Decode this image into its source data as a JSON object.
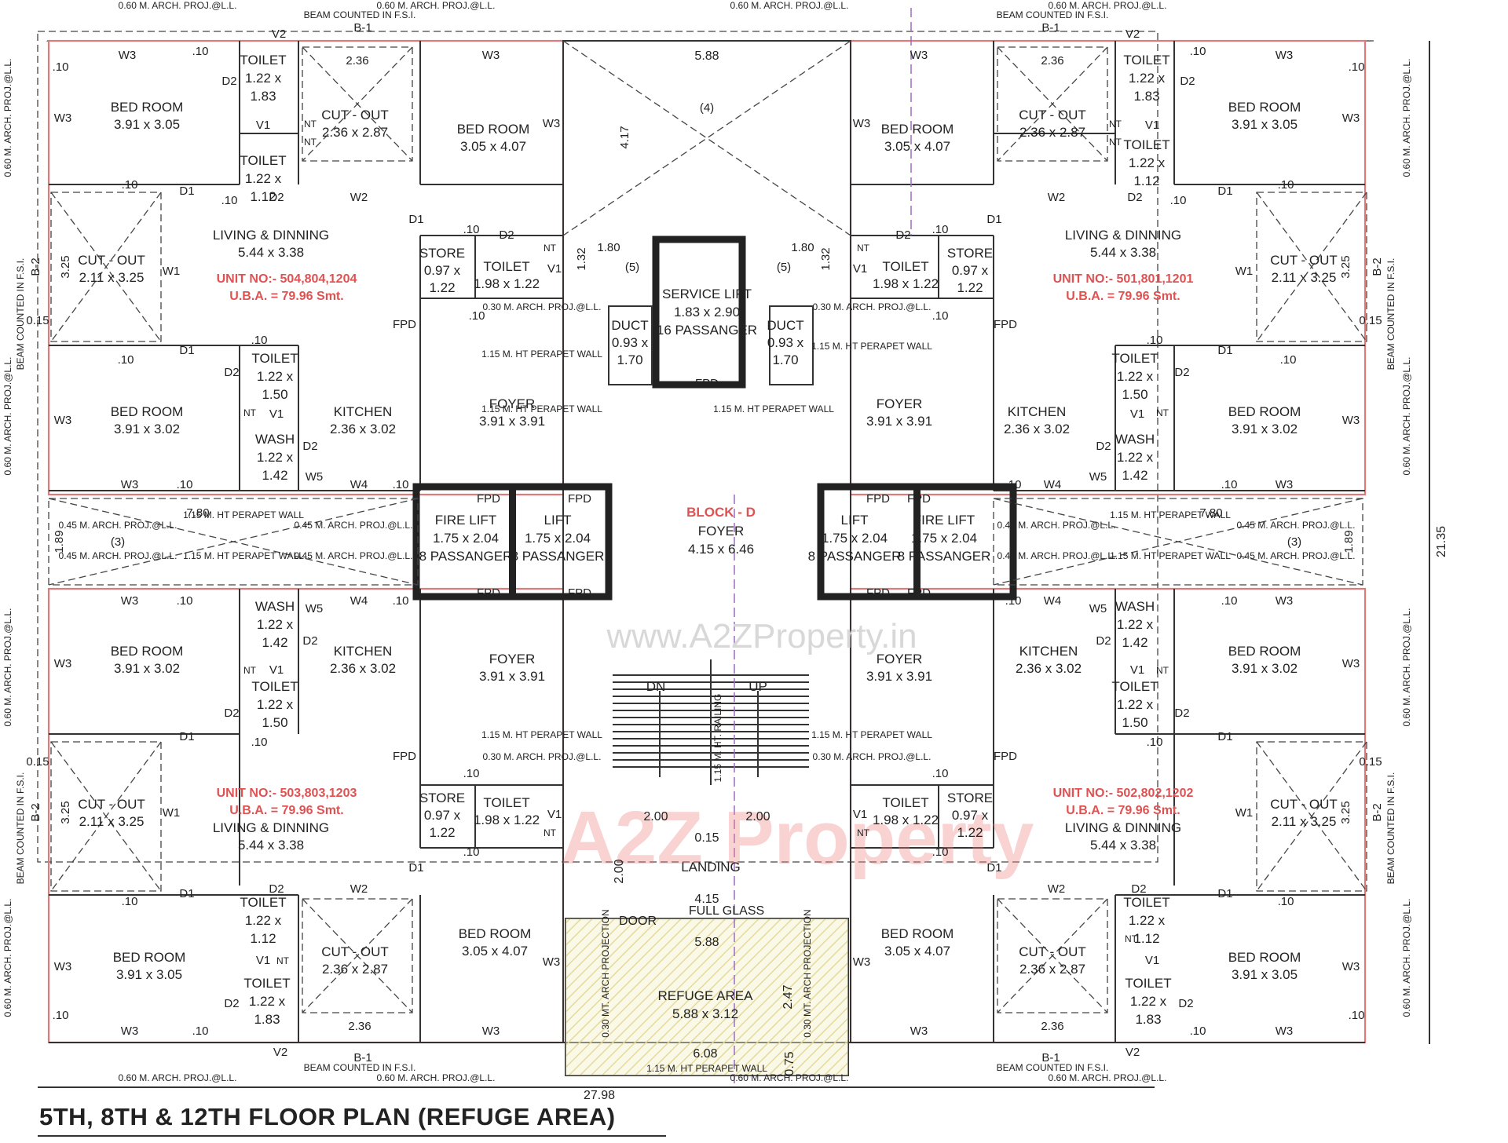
{
  "title": "5TH, 8TH & 12TH FLOOR PLAN (REFUGE AREA)",
  "watermark": "www.A2ZProperty.in",
  "logo": {
    "text": "A2Z Property",
    "colors": [
      "#f08080",
      "#7fb3e8",
      "#9bd47a"
    ]
  },
  "block": {
    "name": "BLOCK - D",
    "foyer_label": "FOYER",
    "foyer_dim": "4.15 x 6.46"
  },
  "overall_dims": {
    "width": "27.98",
    "height": "21.35",
    "top": "5.88",
    "refuge_width": "6.08",
    "refuge_depth": "0.75"
  },
  "units": [
    {
      "no": "UNIT NO:- 504,804,1204",
      "uba": "U.B.A. = 79.96 Smt."
    },
    {
      "no": "UNIT NO:- 501,801,1201",
      "uba": "U.B.A. = 79.96 Smt."
    },
    {
      "no": "UNIT NO:- 503,803,1203",
      "uba": "U.B.A. = 79.96 Smt."
    },
    {
      "no": "UNIT NO:- 502,802,1202",
      "uba": "U.B.A. = 79.96 Smt."
    }
  ],
  "rooms": [
    {
      "name": "BED ROOM",
      "dim": "3.91 x 3.05"
    },
    {
      "name": "BED ROOM",
      "dim": "3.05 x 4.07"
    },
    {
      "name": "LIVING & DINNING",
      "dim": "5.44 x 3.38"
    },
    {
      "name": "BED ROOM",
      "dim": "3.91 x 3.02"
    },
    {
      "name": "KITCHEN",
      "dim": "2.36 x 3.02"
    },
    {
      "name": "FOYER",
      "dim": "3.91 x 3.91"
    },
    {
      "name": "BED ROOM",
      "dim": "3.05 x 4.07"
    },
    {
      "name": "BED ROOM",
      "dim": "3.91 x 3.05"
    },
    {
      "name": "LIVING & DINNING",
      "dim": "5.44 x 3.38"
    },
    {
      "name": "KITCHEN",
      "dim": "2.36 x 3.02"
    },
    {
      "name": "BED ROOM",
      "dim": "3.91 x 3.02"
    },
    {
      "name": "FOYER",
      "dim": "3.91 x 3.91"
    },
    {
      "name": "BED ROOM",
      "dim": "3.91 x 3.02"
    },
    {
      "name": "KITCHEN",
      "dim": "2.36 x 3.02"
    },
    {
      "name": "FOYER",
      "dim": "3.91 x 3.91"
    },
    {
      "name": "LIVING & DINNING",
      "dim": "5.44 x 3.38"
    },
    {
      "name": "BED ROOM",
      "dim": "3.91 x 3.05"
    },
    {
      "name": "BED ROOM",
      "dim": "3.05 x 4.07"
    },
    {
      "name": "FOYER",
      "dim": "3.91 x 3.91"
    },
    {
      "name": "KITCHEN",
      "dim": "2.36 x 3.02"
    },
    {
      "name": "BED ROOM",
      "dim": "3.91 x 3.02"
    },
    {
      "name": "LIVING & DINNING",
      "dim": "5.44 x 3.38"
    },
    {
      "name": "BED ROOM",
      "dim": "3.05 x 4.07"
    },
    {
      "name": "BED ROOM",
      "dim": "3.91 x 3.05"
    }
  ],
  "toilets": [
    {
      "name": "TOILET",
      "l1": "1.22 x",
      "l2": "1.83"
    },
    {
      "name": "TOILET",
      "l1": "1.22 x",
      "l2": "1.12"
    },
    {
      "name": "TOILET",
      "l1": "1.22 x",
      "l2": "1.50"
    },
    {
      "name": "WASH",
      "l1": "1.22 x",
      "l2": "1.42"
    },
    {
      "name": "TOILET",
      "l1": "1.22 x",
      "l2": "1.83"
    },
    {
      "name": "TOILET",
      "l1": "1.22 x",
      "l2": "1.12"
    },
    {
      "name": "TOILET",
      "l1": "1.22 x",
      "l2": "1.50"
    },
    {
      "name": "WASH",
      "l1": "1.22 x",
      "l2": "1.42"
    },
    {
      "name": "WASH",
      "l1": "1.22 x",
      "l2": "1.42"
    },
    {
      "name": "TOILET",
      "l1": "1.22 x",
      "l2": "1.50"
    },
    {
      "name": "TOILET",
      "l1": "1.22 x",
      "l2": "1.12"
    },
    {
      "name": "TOILET",
      "l1": "1.22 x",
      "l2": "1.83"
    },
    {
      "name": "WASH",
      "l1": "1.22 x",
      "l2": "1.42"
    },
    {
      "name": "TOILET",
      "l1": "1.22 x",
      "l2": "1.50"
    },
    {
      "name": "TOILET",
      "l1": "1.22 x",
      "l2": "1.12"
    },
    {
      "name": "TOILET",
      "l1": "1.22 x",
      "l2": "1.83"
    }
  ],
  "cutouts": [
    {
      "l1": "CUT - OUT",
      "l2": "2.36 x 2.87"
    },
    {
      "l1": "CUT - OUT",
      "l2": "2.11 x 3.25"
    },
    {
      "l1": "CUT - OUT",
      "l2": "2.36 x 2.87"
    },
    {
      "l1": "CUT - OUT",
      "l2": "2.11 x 3.25"
    },
    {
      "l1": "CUT - OUT",
      "l2": "2.11 x 3.25"
    },
    {
      "l1": "CUT - OUT",
      "l2": "2.36 x 2.87"
    },
    {
      "l1": "CUT - OUT",
      "l2": "2.11 x 3.25"
    },
    {
      "l1": "CUT - OUT",
      "l2": "2.36 x 2.87"
    }
  ],
  "stores": [
    {
      "name": "STORE",
      "l1": "0.97 x",
      "l2": "1.22"
    },
    {
      "name": "STORE",
      "l1": "0.97 x",
      "l2": "1.22"
    },
    {
      "name": "STORE",
      "l1": "0.97 x",
      "l2": "1.22"
    },
    {
      "name": "STORE",
      "l1": "0.97 x",
      "l2": "1.22"
    }
  ],
  "common_toilets": [
    {
      "name": "TOILET",
      "dim": "1.98 x 1.22"
    },
    {
      "name": "TOILET",
      "dim": "1.98 x 1.22"
    },
    {
      "name": "TOILET",
      "dim": "1.98 x 1.22"
    },
    {
      "name": "TOILET",
      "dim": "1.98 x 1.22"
    }
  ],
  "lifts": [
    {
      "name": "FIRE LIFT",
      "dim": "1.75 x 2.04",
      "cap": "8 PASSANGER"
    },
    {
      "name": "LIFT",
      "dim": "1.75 x 2.04",
      "cap": "8 PASSANGER"
    },
    {
      "name": "LIFT",
      "dim": "1.75 x 2.04",
      "cap": "8 PASSANGER"
    },
    {
      "name": "FIRE LIFT",
      "dim": "1.75 x 2.04",
      "cap": "8 PASSANGER"
    }
  ],
  "service_lift": {
    "name": "SERVICE LIFT",
    "dim": "1.83 x 2.90",
    "cap": "16 PASSANGER"
  },
  "ducts": [
    {
      "name": "DUCT",
      "l1": "0.93 x",
      "l2": "1.70"
    },
    {
      "name": "DUCT",
      "l1": "0.93 x",
      "l2": "1.70"
    }
  ],
  "refuge": {
    "name": "REFUGE AREA",
    "dim": "5.88 x 3.12",
    "width": "5.88",
    "depth": "2.47",
    "parapet": "1.15 M. HT PERAPET WALL",
    "projection": "0.30 MT. ARCH PROJECTION"
  },
  "stair": {
    "dn": "DN",
    "up": "UP",
    "landing": "LANDING",
    "railing": "1.15 M. HT. RAILING",
    "w1": "2.00",
    "w2": "2.00",
    "gap": "0.15",
    "depth": "2.00",
    "glass_w": "4.15",
    "glass": "FULL GLASS",
    "door": "DOOR"
  },
  "labels": {
    "arch_proj_ll": "0.60 M. ARCH. PROJ.@L.L.",
    "beam_fsi": "BEAM COUNTED IN F.S.I.",
    "parapet": "1.15 M. HT PERAPET WALL",
    "arch030": "0.30 M. ARCH. PROJ.@L.L.",
    "arch045": "0.45 M. ARCH. PROJ.@L.L.",
    "fpd": "FPD",
    "d1": "D1",
    "d2": "D2",
    "w1": "W1",
    "w2": "W2",
    "w3": "W3",
    "w4": "W4",
    "w5": "W5",
    "v1": "V1",
    "v2": "V2",
    "b1": "B-1",
    "b2": "B-2",
    "nt": "NT",
    "p10": ".10",
    "p15": "0.15",
    "dim236": "2.36",
    "dim325": "3.25",
    "dim780": "7.80",
    "dim189": "1.89",
    "dim180": "1.80",
    "dim132": "1.32",
    "dim417": "4.17",
    "n3": "(3)",
    "n4": "(4)",
    "n5": "(5)"
  }
}
